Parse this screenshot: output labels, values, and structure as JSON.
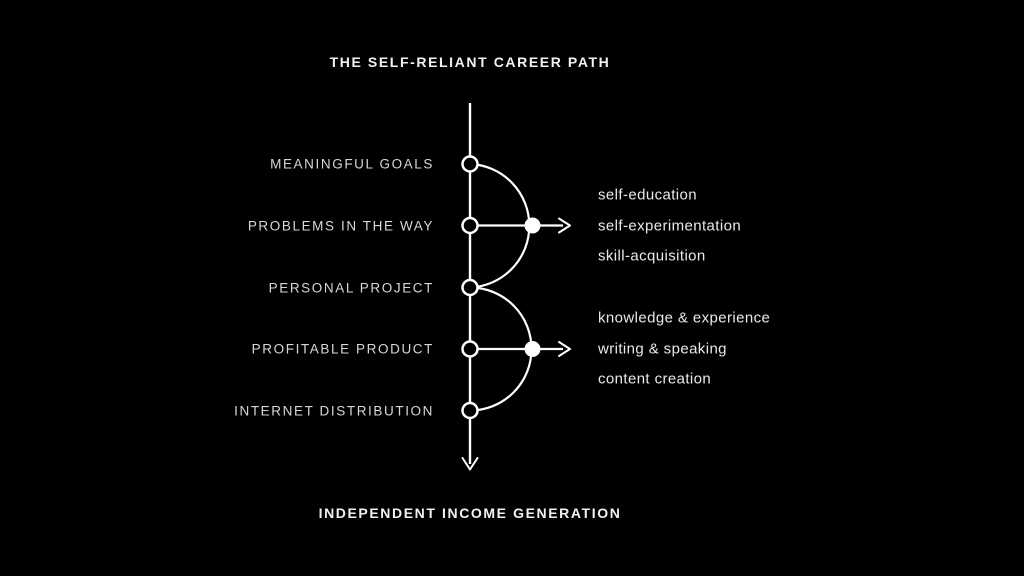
{
  "title": "THE SELF-RELIANT CAREER PATH",
  "footer": "INDEPENDENT INCOME GENERATION",
  "colors": {
    "background": "#000000",
    "line": "#ffffff",
    "title_text": "#f2f2f2",
    "stage_text": "#d7d7d7",
    "branch_text": "#e9e9e9"
  },
  "stages": [
    {
      "label": "MEANINGFUL GOALS"
    },
    {
      "label": "PROBLEMS IN THE WAY"
    },
    {
      "label": "PERSONAL PROJECT"
    },
    {
      "label": "PROFITABLE PRODUCT"
    },
    {
      "label": "INTERNET DISTRIBUTION"
    }
  ],
  "branches": [
    {
      "items": [
        "self-education",
        "self-experimentation",
        "skill-acquisition"
      ]
    },
    {
      "items": [
        "knowledge & experience",
        "writing & speaking",
        "content creation"
      ]
    }
  ]
}
